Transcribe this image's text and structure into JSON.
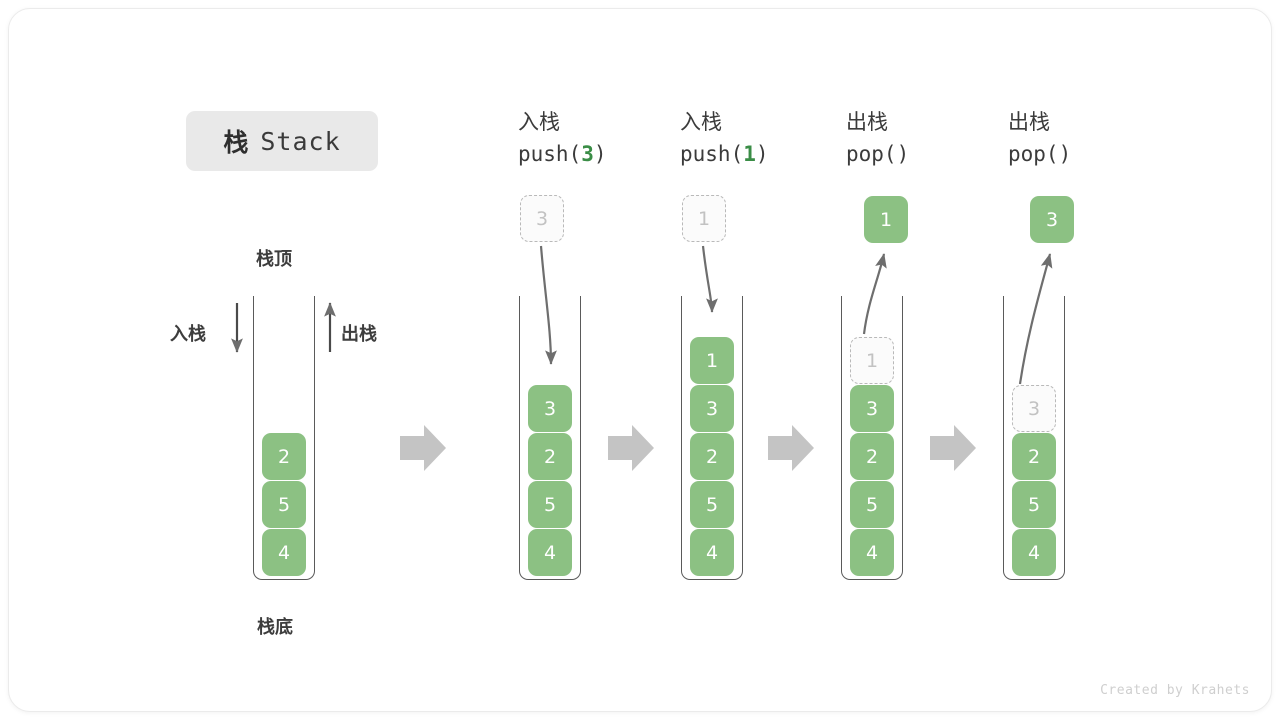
{
  "title": {
    "cn": "栈",
    "en": "Stack"
  },
  "labels": {
    "top": "栈顶",
    "bottom": "栈底",
    "push_side": "入栈",
    "pop_side": "出栈"
  },
  "colors": {
    "element": "#8cc183",
    "accent_green": "#3a8d46",
    "ghost_border": "#b9b9b9",
    "ghost_text": "#c2c2c2",
    "arrow": "#6e6e6e",
    "flow_arrow": "#c4c4c4",
    "chip_bg": "#e9e9e9",
    "text": "#3b3b3b"
  },
  "steps": [
    {
      "id": "initial",
      "op_cn": "",
      "op_code": "",
      "op_arg": "",
      "stack": [
        "4",
        "5",
        "2"
      ],
      "ghost_in_stack": null,
      "incoming_box": null,
      "outgoing_box": null
    },
    {
      "id": "push-3",
      "op_cn": "入栈",
      "op_code_prefix": "push(",
      "op_arg": "3",
      "op_code_suffix": ")",
      "stack": [
        "4",
        "5",
        "2",
        "3"
      ],
      "ghost_in_stack": null,
      "incoming_box": "3",
      "outgoing_box": null
    },
    {
      "id": "push-1",
      "op_cn": "入栈",
      "op_code_prefix": "push(",
      "op_arg": "1",
      "op_code_suffix": ")",
      "stack": [
        "4",
        "5",
        "2",
        "3",
        "1"
      ],
      "ghost_in_stack": null,
      "incoming_box": "1",
      "outgoing_box": null
    },
    {
      "id": "pop-1",
      "op_cn": "出栈",
      "op_code_prefix": "pop(",
      "op_arg": "",
      "op_code_suffix": ")",
      "stack": [
        "4",
        "5",
        "2",
        "3"
      ],
      "ghost_in_stack": "1",
      "incoming_box": null,
      "outgoing_box": "1"
    },
    {
      "id": "pop-3",
      "op_cn": "出栈",
      "op_code_prefix": "pop(",
      "op_arg": "",
      "op_code_suffix": ")",
      "stack": [
        "4",
        "5",
        "2"
      ],
      "ghost_in_stack": "3",
      "incoming_box": null,
      "outgoing_box": "3"
    }
  ],
  "flow_arrows": 4,
  "credit": "Created by Krahets"
}
